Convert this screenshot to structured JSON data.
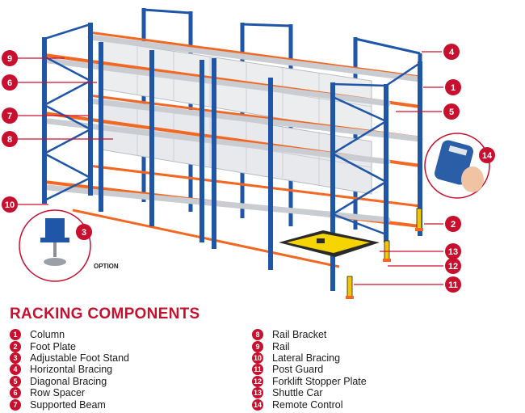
{
  "heading": "RACKING COMPONENTS",
  "option_label": "OPTION",
  "colors": {
    "accent": "#c8102e",
    "upright": "#1f56a8",
    "beam": "#f26722",
    "rail": "#c9ccd1"
  },
  "legend_left": [
    {
      "n": "1",
      "label": "Column"
    },
    {
      "n": "2",
      "label": "Foot Plate"
    },
    {
      "n": "3",
      "label": "Adjustable Foot Stand"
    },
    {
      "n": "4",
      "label": "Horizontal Bracing"
    },
    {
      "n": "5",
      "label": "Diagonal Bracing"
    },
    {
      "n": "6",
      "label": "Row Spacer"
    },
    {
      "n": "7",
      "label": "Supported Beam"
    }
  ],
  "legend_right": [
    {
      "n": "8",
      "label": "Rail Bracket"
    },
    {
      "n": "9",
      "label": "Rail"
    },
    {
      "n": "10",
      "label": "Lateral Bracing"
    },
    {
      "n": "11",
      "label": "Post Guard"
    },
    {
      "n": "12",
      "label": "Forklift Stopper Plate"
    },
    {
      "n": "13",
      "label": "Shuttle Car"
    },
    {
      "n": "14",
      "label": "Remote Control"
    }
  ],
  "callouts": [
    {
      "n": "9"
    },
    {
      "n": "6"
    },
    {
      "n": "7"
    },
    {
      "n": "8"
    },
    {
      "n": "10"
    },
    {
      "n": "3"
    },
    {
      "n": "4"
    },
    {
      "n": "1"
    },
    {
      "n": "5"
    },
    {
      "n": "14"
    },
    {
      "n": "2"
    },
    {
      "n": "13"
    },
    {
      "n": "12"
    },
    {
      "n": "11"
    }
  ]
}
